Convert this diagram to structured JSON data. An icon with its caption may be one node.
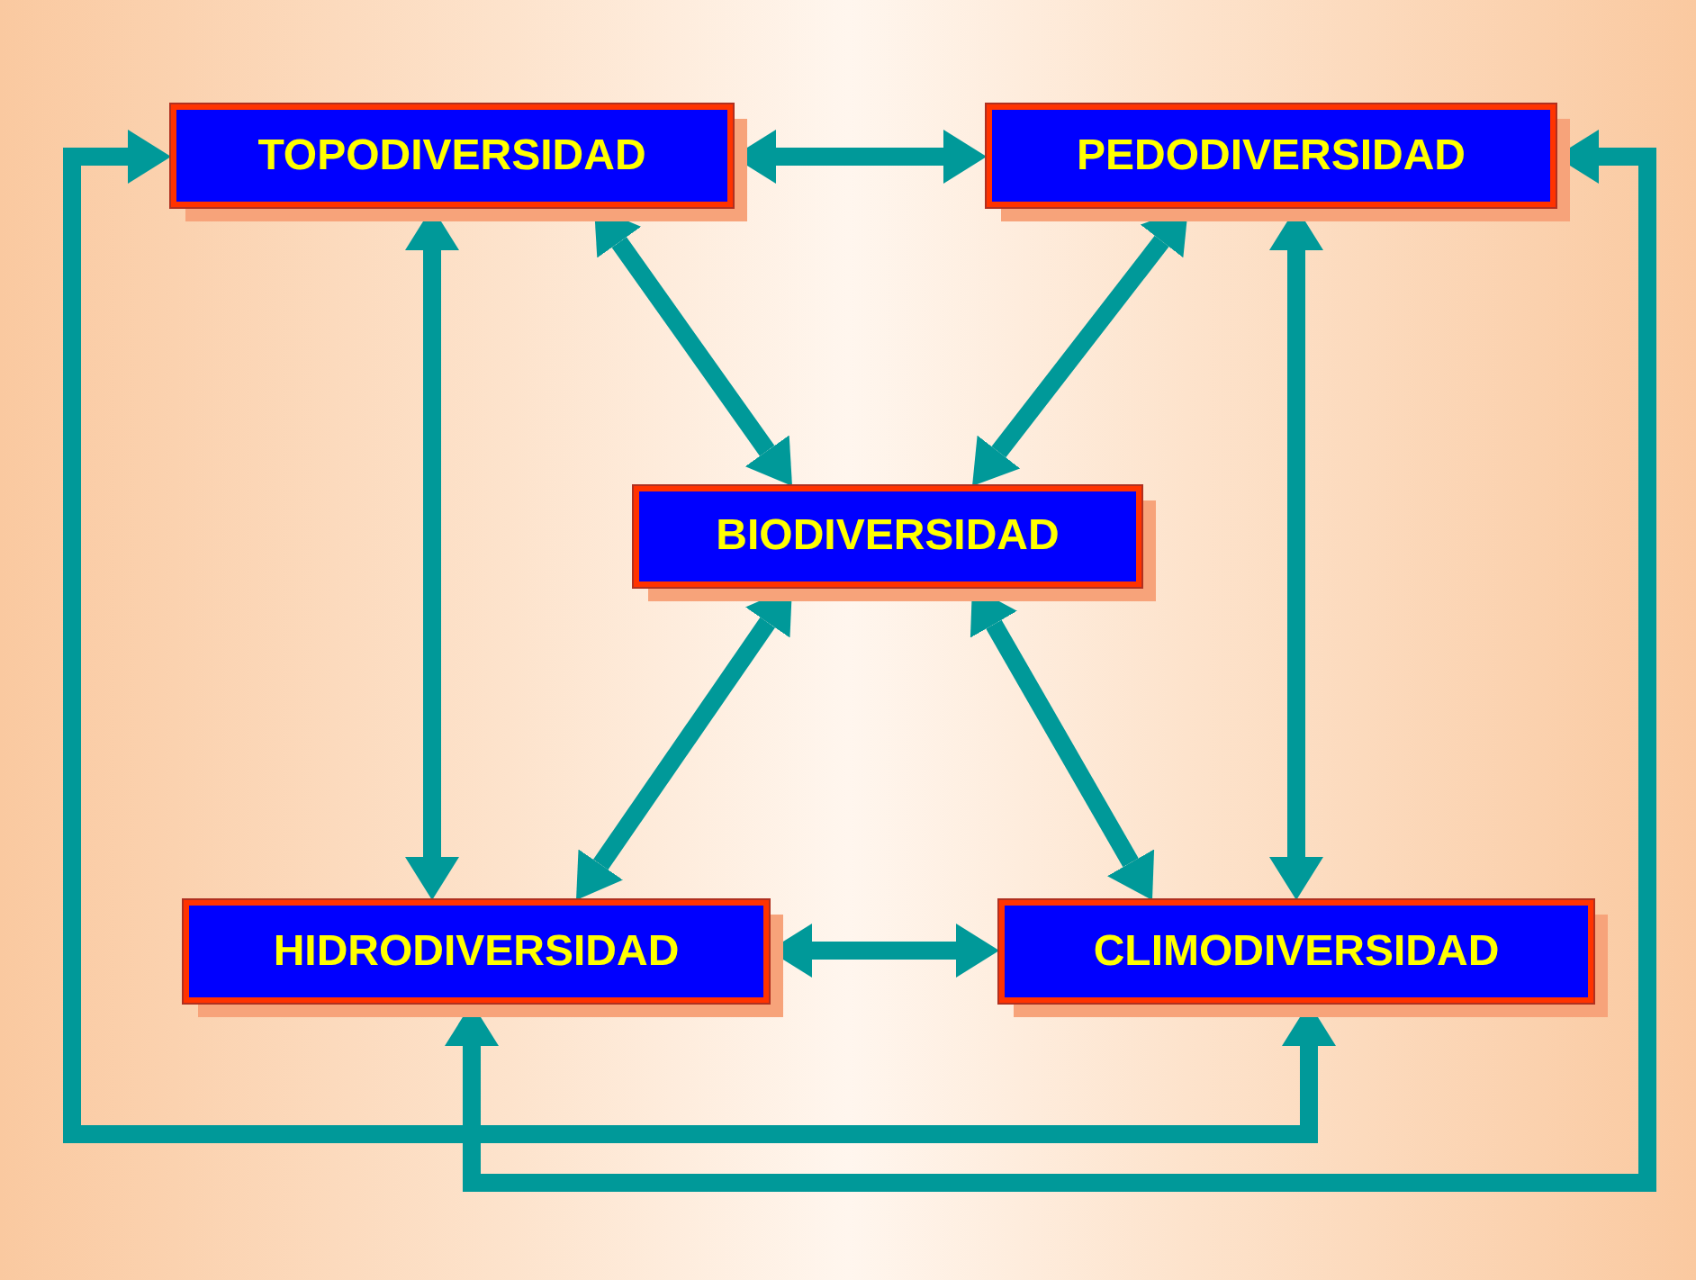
{
  "diagram": {
    "nodes": [
      {
        "text": [
          "TOPODIVERSIDAD"
        ]
      },
      {
        "text": [
          "PEDODIVERSIDAD"
        ]
      },
      {
        "text": [
          "BIODIVERSIDAD"
        ]
      },
      {
        "text": [
          "HIDRODIVERSIDAD"
        ]
      },
      {
        "text": [
          "CLIMODIVERSIDAD"
        ]
      }
    ],
    "edges": [
      {
        "from": 0,
        "to": 1,
        "arrow": "both"
      },
      {
        "from": 0,
        "to": 2,
        "arrow": "both"
      },
      {
        "from": 1,
        "to": 2,
        "arrow": "both"
      },
      {
        "from": 0,
        "to": 3,
        "arrow": "both"
      },
      {
        "from": 1,
        "to": 4,
        "arrow": "both"
      },
      {
        "from": 2,
        "to": 3,
        "arrow": "both"
      },
      {
        "from": 2,
        "to": 4,
        "arrow": "both"
      },
      {
        "from": 3,
        "to": 4,
        "arrow": "both"
      },
      {
        "from": 0,
        "to": 4,
        "arrow": "both"
      },
      {
        "from": 1,
        "to": 3,
        "arrow": "both"
      }
    ]
  }
}
